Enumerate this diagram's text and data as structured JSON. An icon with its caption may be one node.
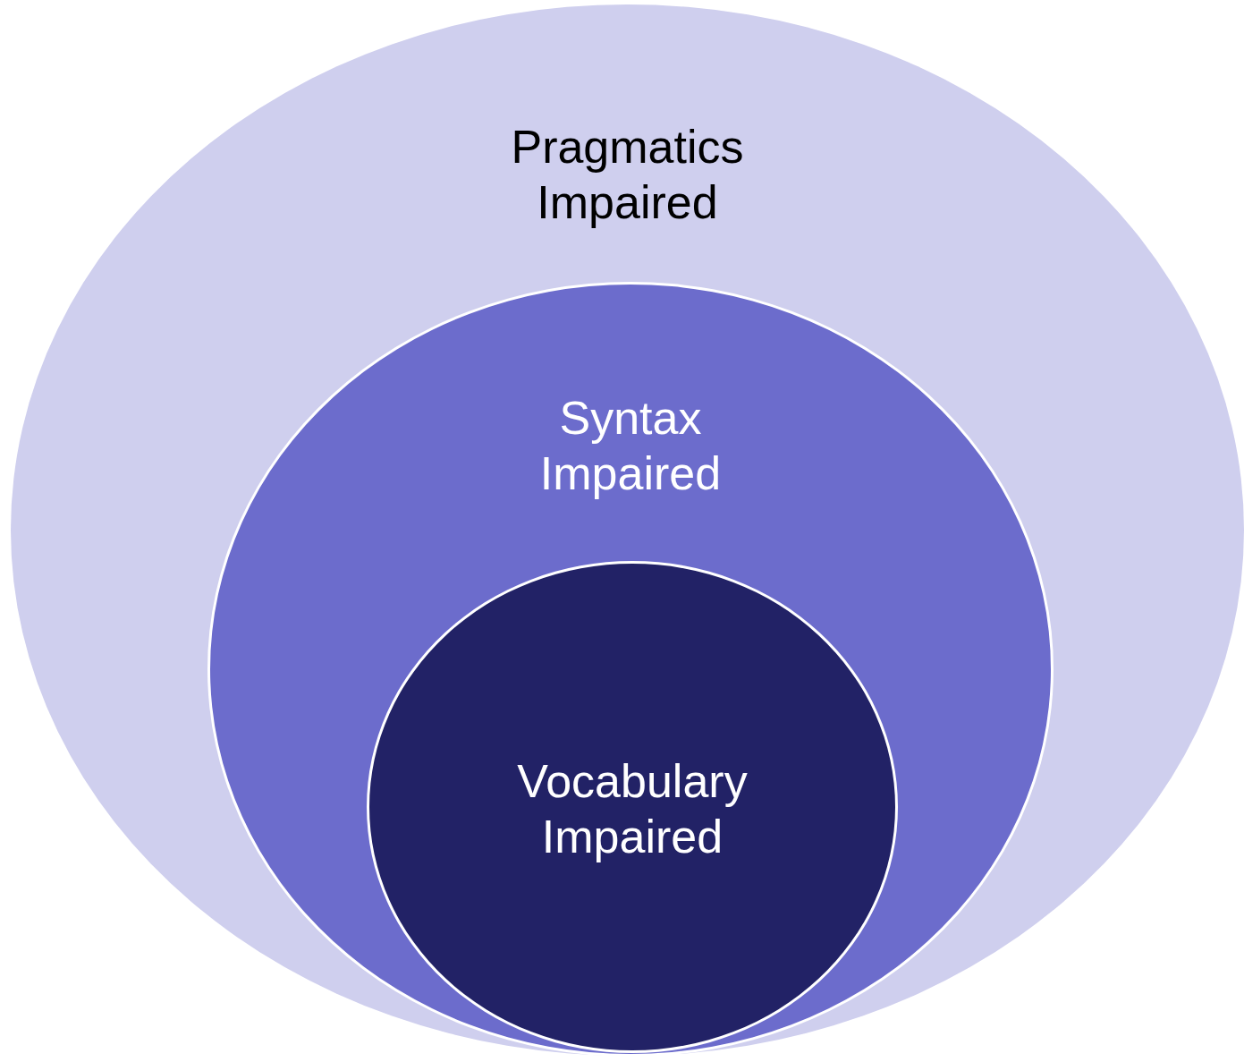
{
  "diagram": {
    "nodes": [
      {
        "text": [
          "Pragmatics Impaired"
        ]
      },
      {
        "text": [
          "Syntax Impaired"
        ],
        "in": 0
      },
      {
        "text": [
          "Vocabulary Impaired"
        ],
        "in": 1
      }
    ]
  }
}
